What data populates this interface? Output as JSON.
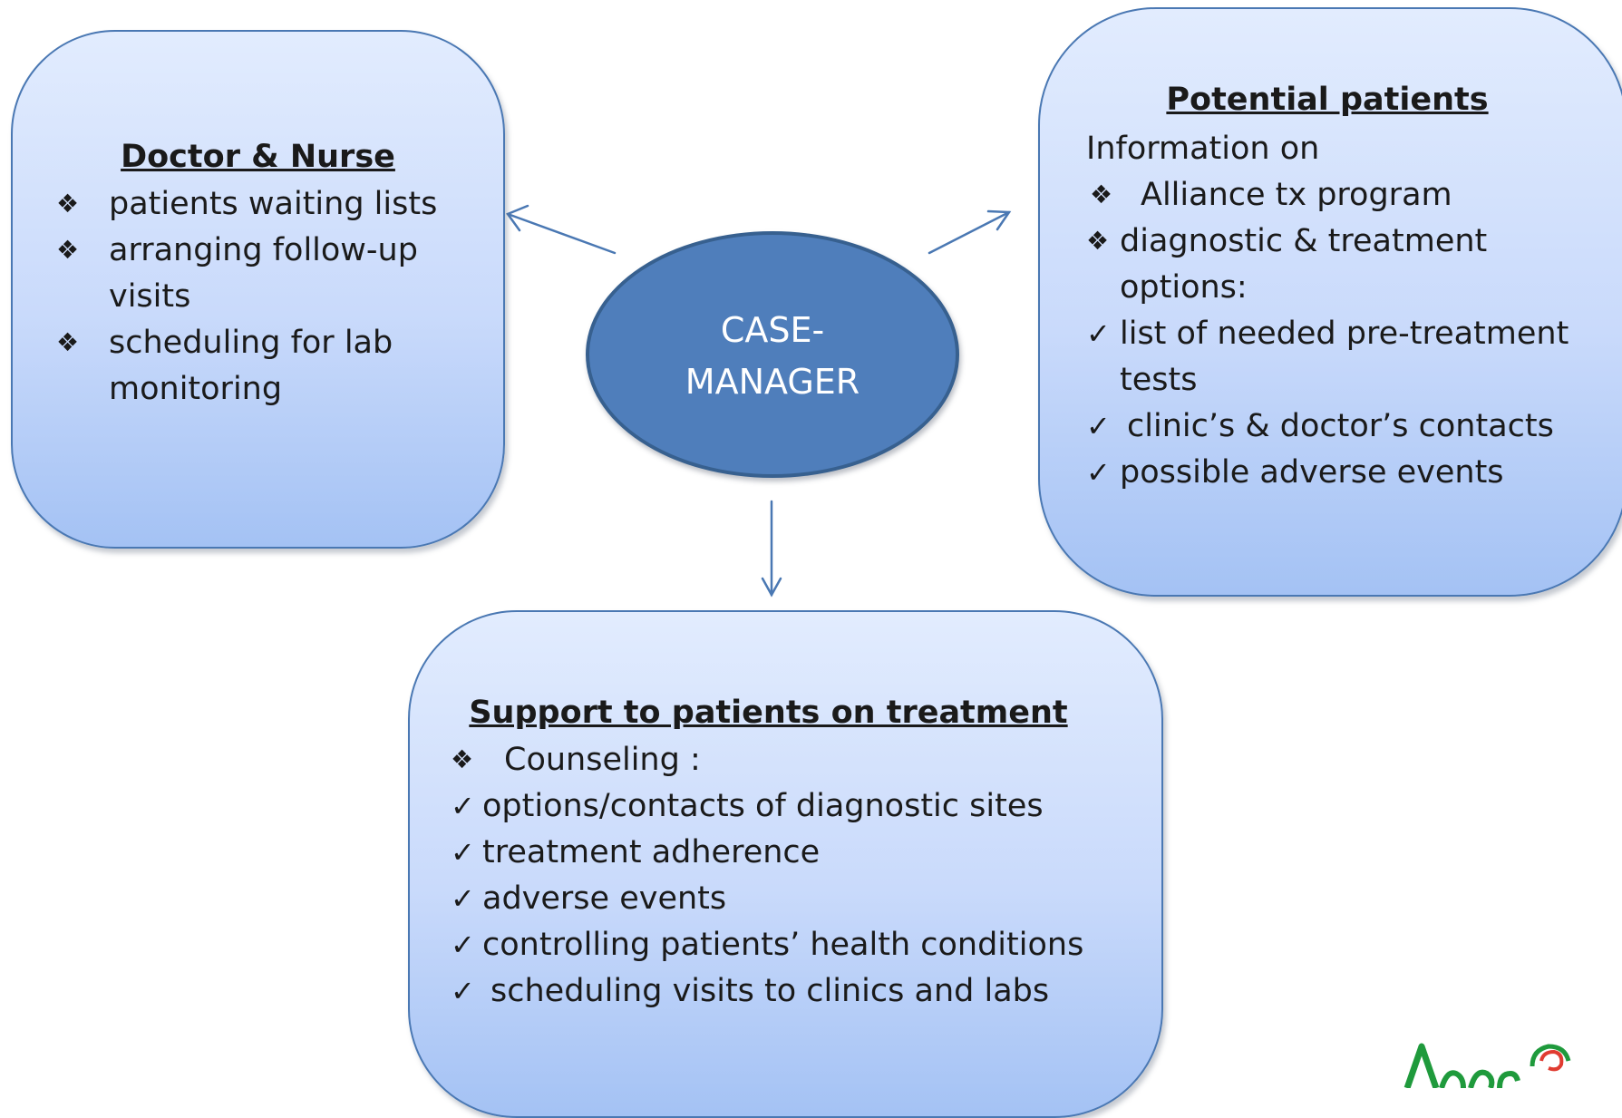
{
  "center": {
    "label": "CASE-\nMANAGER"
  },
  "doctor_box": {
    "title": "Doctor & Nurse",
    "items": [
      {
        "bullet": "❖",
        "lines": [
          "patients waiting lists"
        ]
      },
      {
        "bullet": "❖",
        "lines": [
          "arranging follow-up",
          "visits"
        ]
      },
      {
        "bullet": "❖",
        "lines": [
          "scheduling for lab",
          "monitoring"
        ]
      }
    ]
  },
  "patients_box": {
    "title": "Potential patients",
    "intro": "Information on",
    "items": [
      {
        "bullet": "❖",
        "lines": [
          "Alliance tx program"
        ]
      },
      {
        "bullet": "❖",
        "lines": [
          "diagnostic & treatment",
          "options:"
        ]
      },
      {
        "bullet": "✓",
        "lines": [
          "list of needed pre-treatment",
          "tests"
        ]
      },
      {
        "bullet": "✓",
        "lines": [
          "clinic’s  & doctor’s contacts"
        ]
      },
      {
        "bullet": "✓",
        "lines": [
          "possible adverse events"
        ]
      }
    ]
  },
  "support_box": {
    "title": "Support to patients on treatment",
    "items": [
      {
        "bullet": "❖",
        "lines": [
          "Counseling :"
        ]
      },
      {
        "bullet": "✓",
        "lines": [
          "options/contacts of diagnostic sites"
        ]
      },
      {
        "bullet": "✓",
        "lines": [
          "treatment adherence"
        ]
      },
      {
        "bullet": "✓",
        "lines": [
          "adverse events"
        ]
      },
      {
        "bullet": "✓",
        "lines": [
          "controlling patients’ health conditions"
        ]
      },
      {
        "bullet": "✓",
        "lines": [
          "scheduling visits to clinics and labs"
        ]
      }
    ]
  },
  "colors": {
    "ellipse_fill": "#4f7ebb",
    "box_border": "#4a78b3",
    "arrow": "#4a78b3",
    "logo_green": "#1f9a3c",
    "logo_red": "#e03c31"
  }
}
